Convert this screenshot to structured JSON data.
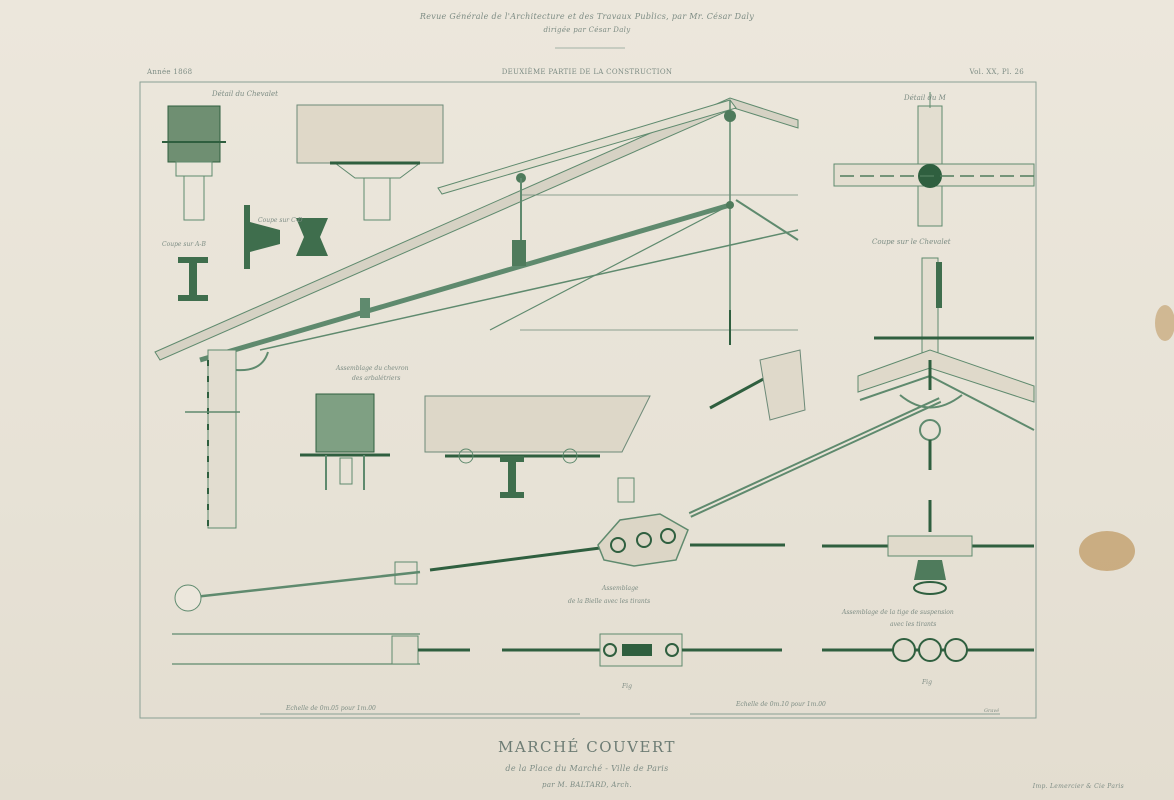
{
  "header": {
    "line1": "Revue Générale de l'Architecture et des Travaux Publics, par Mr. César Daly",
    "line2": "dirigée par César Daly"
  },
  "runner": {
    "left": "Année 1868",
    "center": "DEUXIÈME PARTIE DE LA CONSTRUCTION",
    "right": "Vol. XX, Pl. 26"
  },
  "labels": {
    "detail_top": "Détail du Chevalet",
    "section_ab": "Coupe sur A-B",
    "section_cd": "Coupe sur C-D",
    "detail_m": "Détail du M",
    "section_chevalet": "Coupe sur le Chevalet",
    "assembly_mid": "Assemblage du chevron",
    "assembly_mid2": "des arbalétriers",
    "assembly_bottom": "Assemblage",
    "assembly_bottom2": "de la Bielle avec les tirants",
    "assembly_right": "Assemblage de la tige de suspension",
    "assembly_right2": "avec les tirants",
    "scale_left": "Echelle de 0m.05 pour 1m.00",
    "scale_right": "Echelle de 0m.10 pour 1m.00",
    "engraver": "Gravé",
    "fig_small_left": "Fig",
    "fig_small_right": "Fig"
  },
  "footer": {
    "title": "MARCHÉ COUVERT",
    "subtitle": "de la Place du Marché - Ville de Paris",
    "architect": "par M. BALTARD, Arch.",
    "printer": "Imp. Lemercier & Cie Paris"
  },
  "colors": {
    "ink": "#5f8a6e",
    "dark_ink": "#2f5f3f",
    "fill": "#55805f",
    "paper": "#ece7dc",
    "stain": "#b9925a"
  }
}
